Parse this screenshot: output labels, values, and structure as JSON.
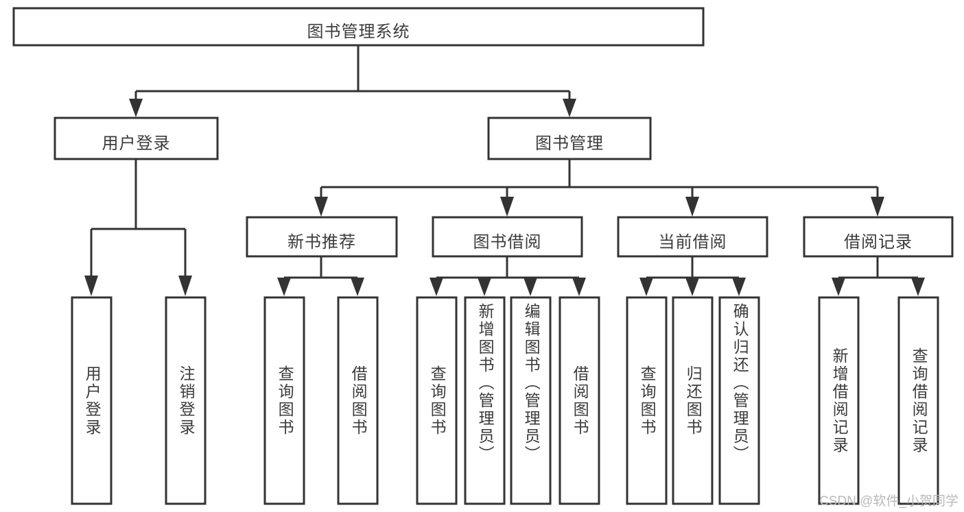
{
  "diagram": {
    "type": "tree",
    "title": "图书管理系统",
    "watermark": "CSDN @软件_小贺同学",
    "colors": {
      "box_stroke": "#333333",
      "box_fill": "#ffffff",
      "text": "#3b3b3b",
      "connector": "#333333",
      "watermark": "#b9b9b9",
      "background": "#ffffff"
    },
    "levels": {
      "root": {
        "label": "图书管理系统"
      },
      "level2": [
        {
          "label": "用户登录"
        },
        {
          "label": "图书管理"
        }
      ],
      "level3": [
        {
          "label": "新书推荐"
        },
        {
          "label": "图书借阅"
        },
        {
          "label": "当前借阅"
        },
        {
          "label": "借阅记录"
        }
      ],
      "leaves": {
        "user_login": [
          {
            "label": "用户登录"
          },
          {
            "label": "注销登录"
          }
        ],
        "new_book_recommend": [
          {
            "label": "查询图书"
          },
          {
            "label": "借阅图书"
          }
        ],
        "book_borrow": [
          {
            "label": "查询图书"
          },
          {
            "label": "新增图书（管理员）"
          },
          {
            "label": "编辑图书（管理员）"
          },
          {
            "label": "借阅图书"
          }
        ],
        "current_borrow": [
          {
            "label": "查询图书"
          },
          {
            "label": "归还图书"
          },
          {
            "label": "确认归还（管理员）"
          }
        ],
        "borrow_record": [
          {
            "label": "新增借阅记录"
          },
          {
            "label": "查询借阅记录"
          }
        ]
      }
    }
  }
}
